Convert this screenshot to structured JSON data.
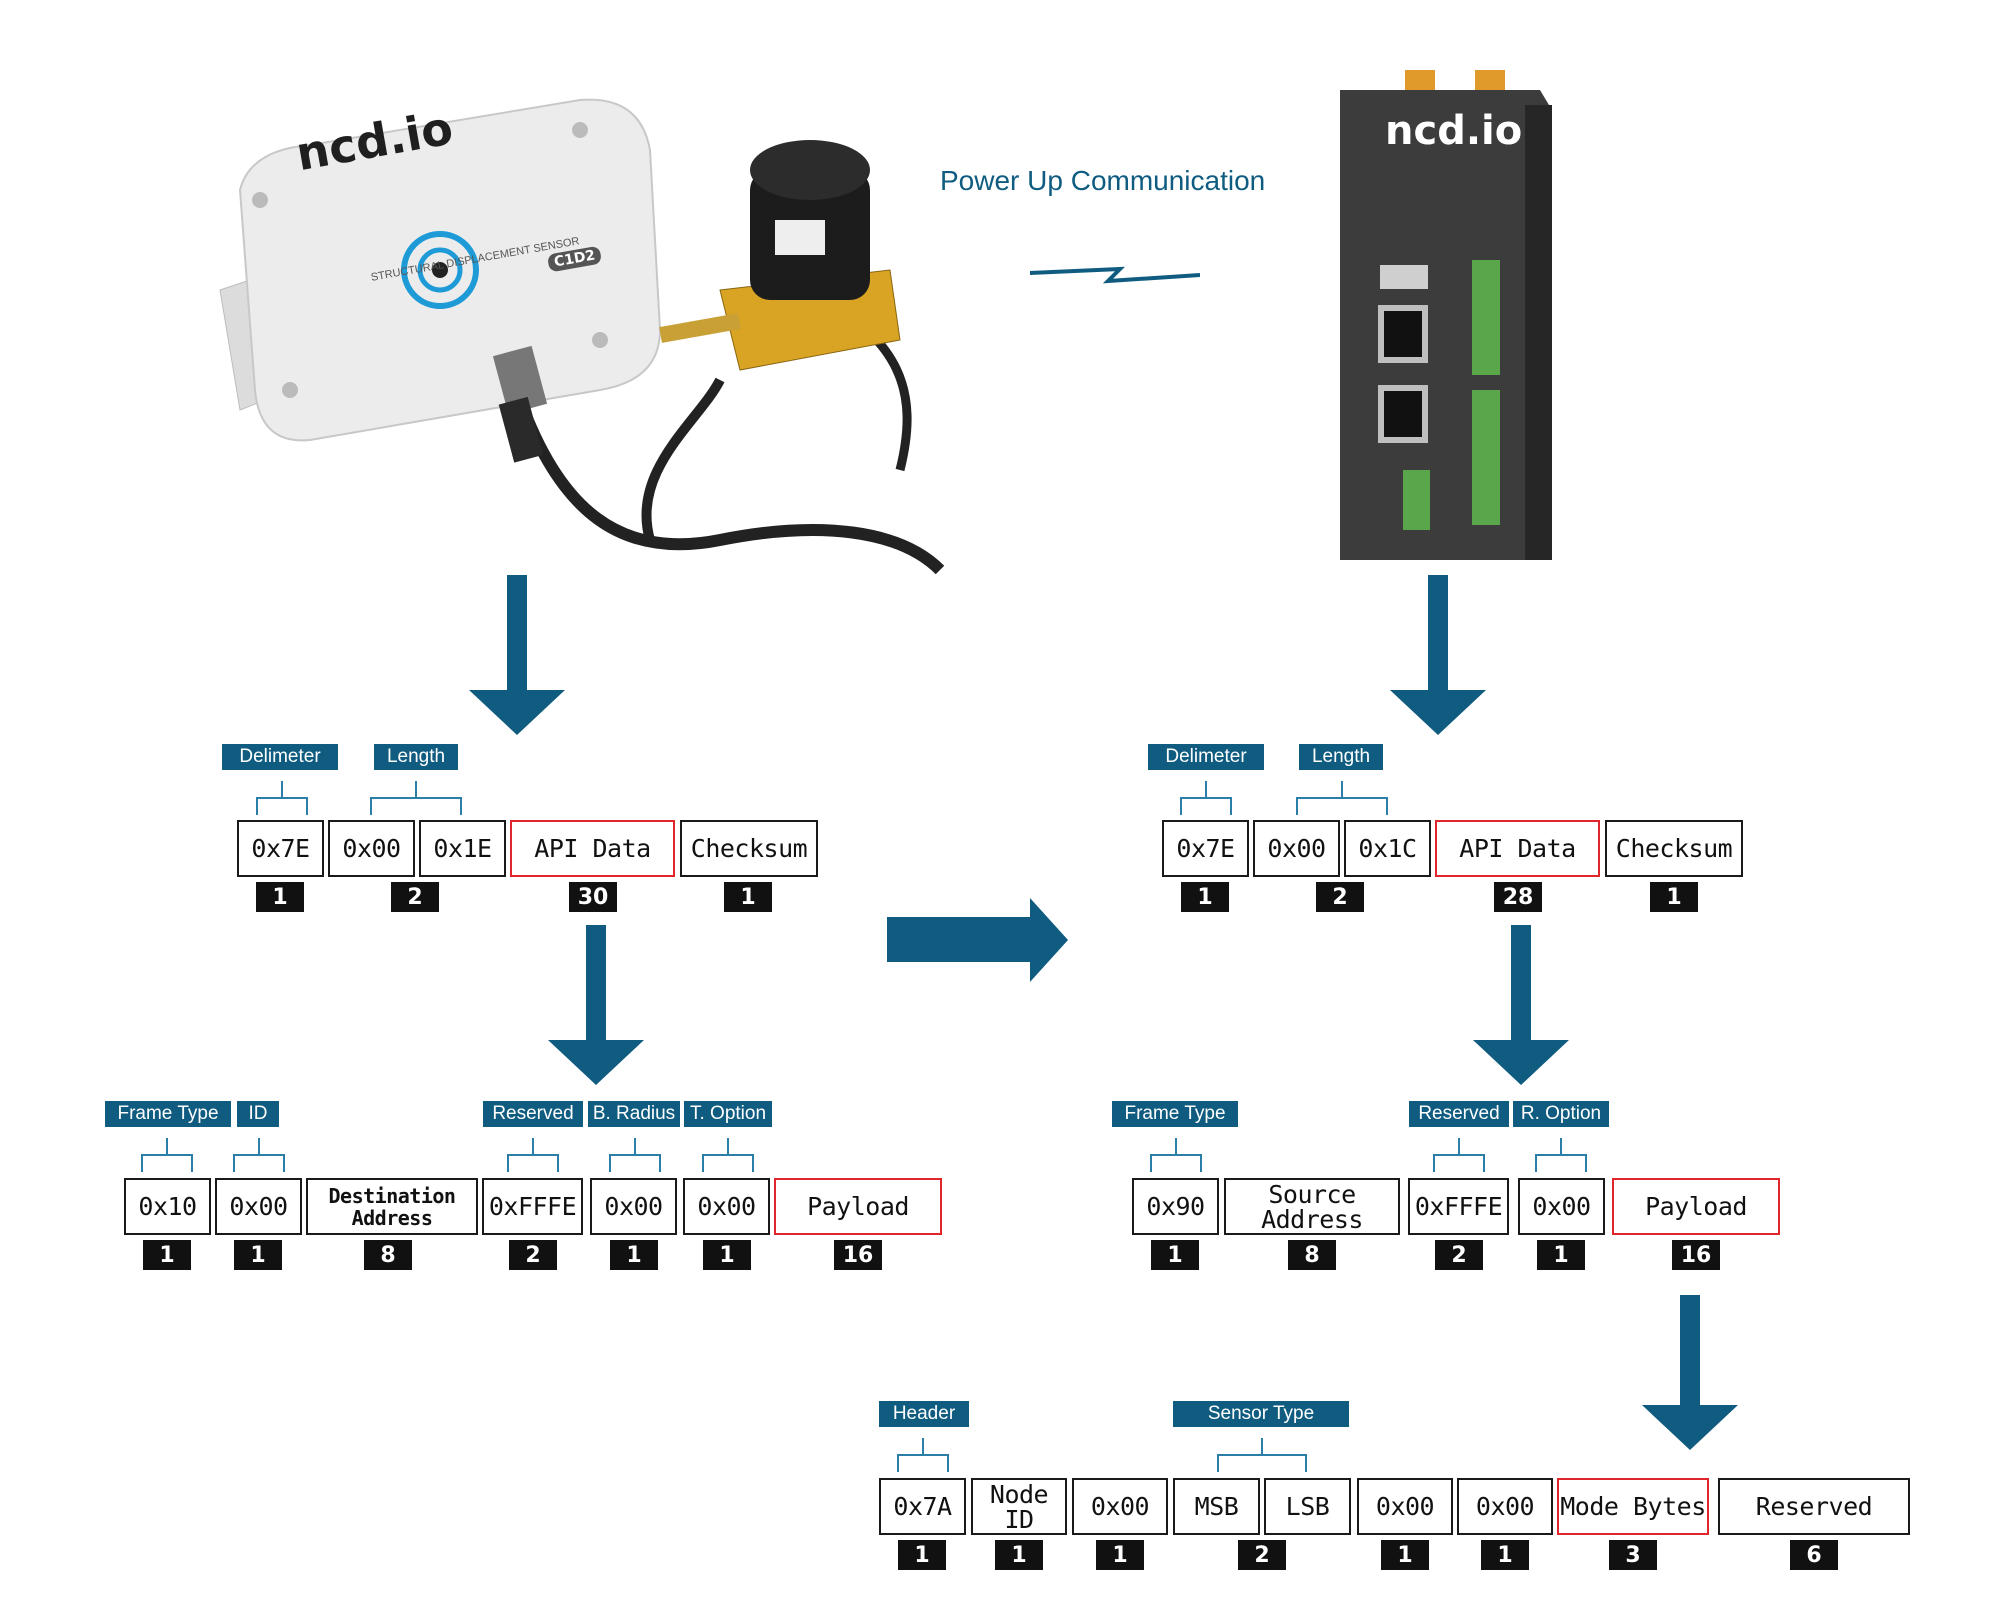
{
  "title": "Power Up Communication",
  "brand": "ncd.io",
  "sensor": {
    "name": "STRUCTURAL DISPLACEMENT SENSOR",
    "model": "C1D2"
  },
  "colors": {
    "arrow": "#0f5c80",
    "label_bg": "#0f5c80",
    "highlight": "#e0262a",
    "count_bg": "#111111"
  },
  "tx_frame": {
    "labels": [
      "Delimeter",
      "Length"
    ],
    "fields": [
      "0x7E",
      "0x00",
      "0x1E",
      "API Data",
      "Checksum"
    ],
    "counts": [
      "1",
      "2",
      "30",
      "1"
    ]
  },
  "rx_frame": {
    "labels": [
      "Delimeter",
      "Length"
    ],
    "fields": [
      "0x7E",
      "0x00",
      "0x1C",
      "API Data",
      "Checksum"
    ],
    "counts": [
      "1",
      "2",
      "28",
      "1"
    ]
  },
  "tx_api": {
    "labels": [
      "Frame Type",
      "ID",
      "Reserved",
      "B. Radius",
      "T. Option"
    ],
    "fields": [
      "0x10",
      "0x00",
      "Destination Address",
      "0xFFFE",
      "0x00",
      "0x00",
      "Payload"
    ],
    "counts": [
      "1",
      "1",
      "8",
      "2",
      "1",
      "1",
      "16"
    ]
  },
  "rx_api": {
    "labels": [
      "Frame Type",
      "Reserved",
      "R. Option"
    ],
    "fields": [
      "0x90",
      "Source Address",
      "0xFFFE",
      "0x00",
      "Payload"
    ],
    "counts": [
      "1",
      "8",
      "2",
      "1",
      "16"
    ]
  },
  "payload": {
    "labels": [
      "Header",
      "Sensor Type"
    ],
    "fields": [
      "0x7A",
      "Node ID",
      "0x00",
      "MSB",
      "LSB",
      "0x00",
      "0x00",
      "Mode Bytes",
      "Reserved"
    ],
    "counts": [
      "1",
      "1",
      "1",
      "2",
      "1",
      "1",
      "3",
      "6"
    ]
  }
}
